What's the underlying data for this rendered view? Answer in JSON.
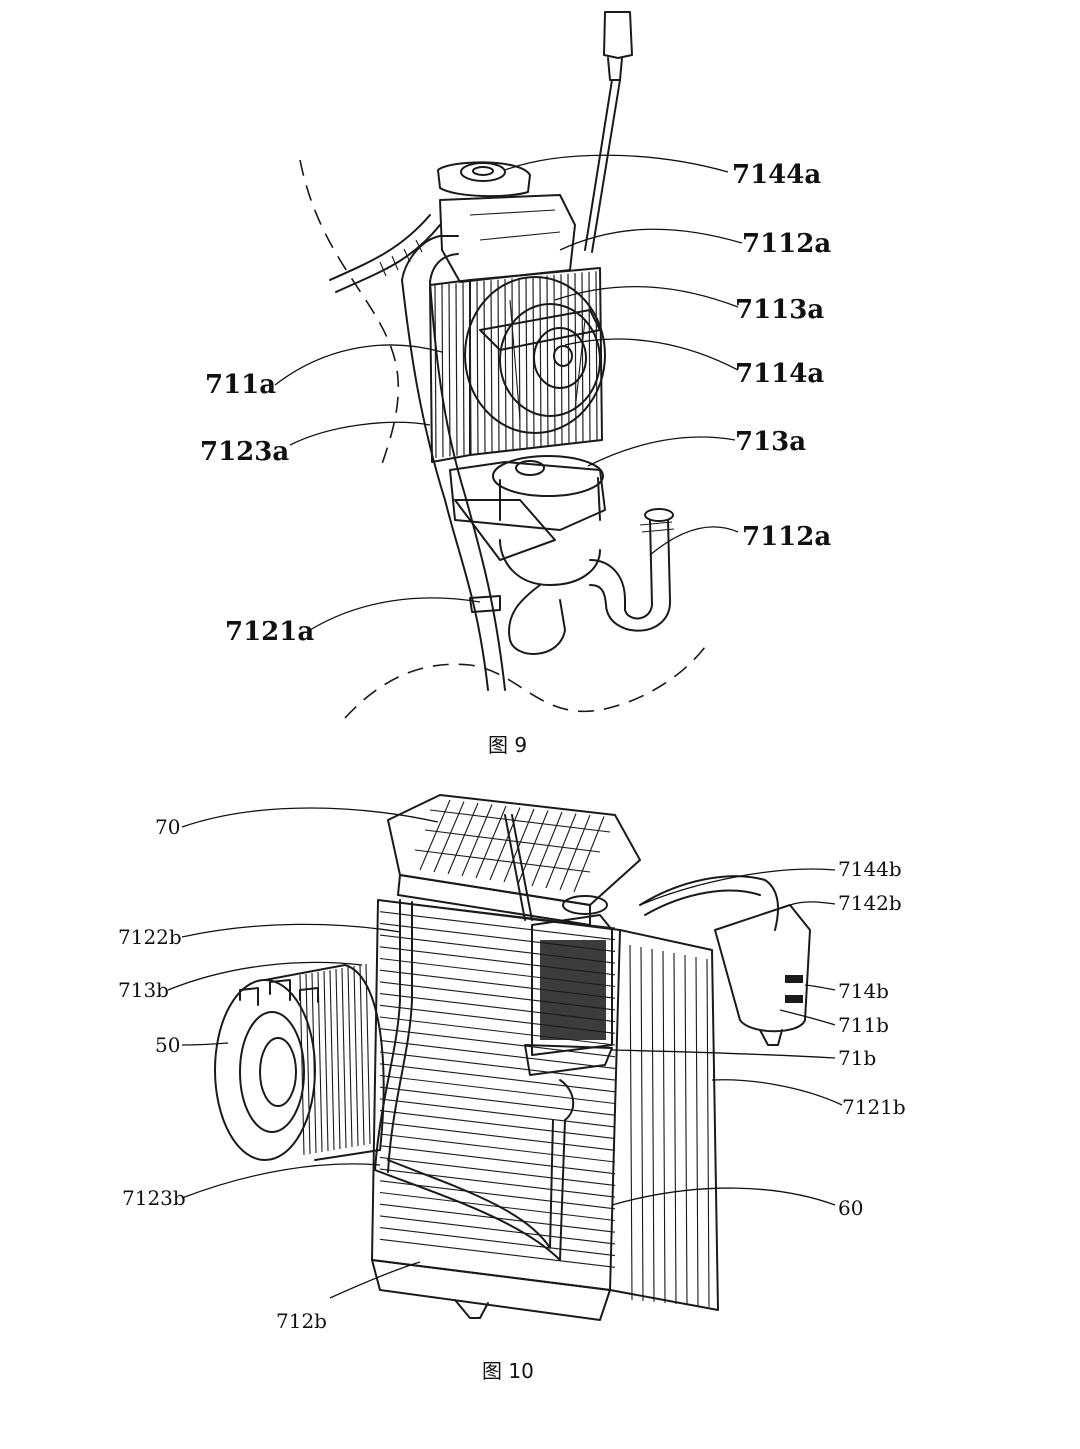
{
  "figures": [
    {
      "caption": "图 9",
      "labels": [
        "7144a",
        "7112a",
        "7113a",
        "7114a",
        "711a",
        "7123a",
        "713a",
        "7112a",
        "7121a"
      ]
    },
    {
      "caption": "图 10",
      "labels": [
        "70",
        "7144b",
        "7142b",
        "7122b",
        "713b",
        "714b",
        "711b",
        "50",
        "71b",
        "7121b",
        "7123b",
        "60",
        "712b"
      ]
    }
  ]
}
